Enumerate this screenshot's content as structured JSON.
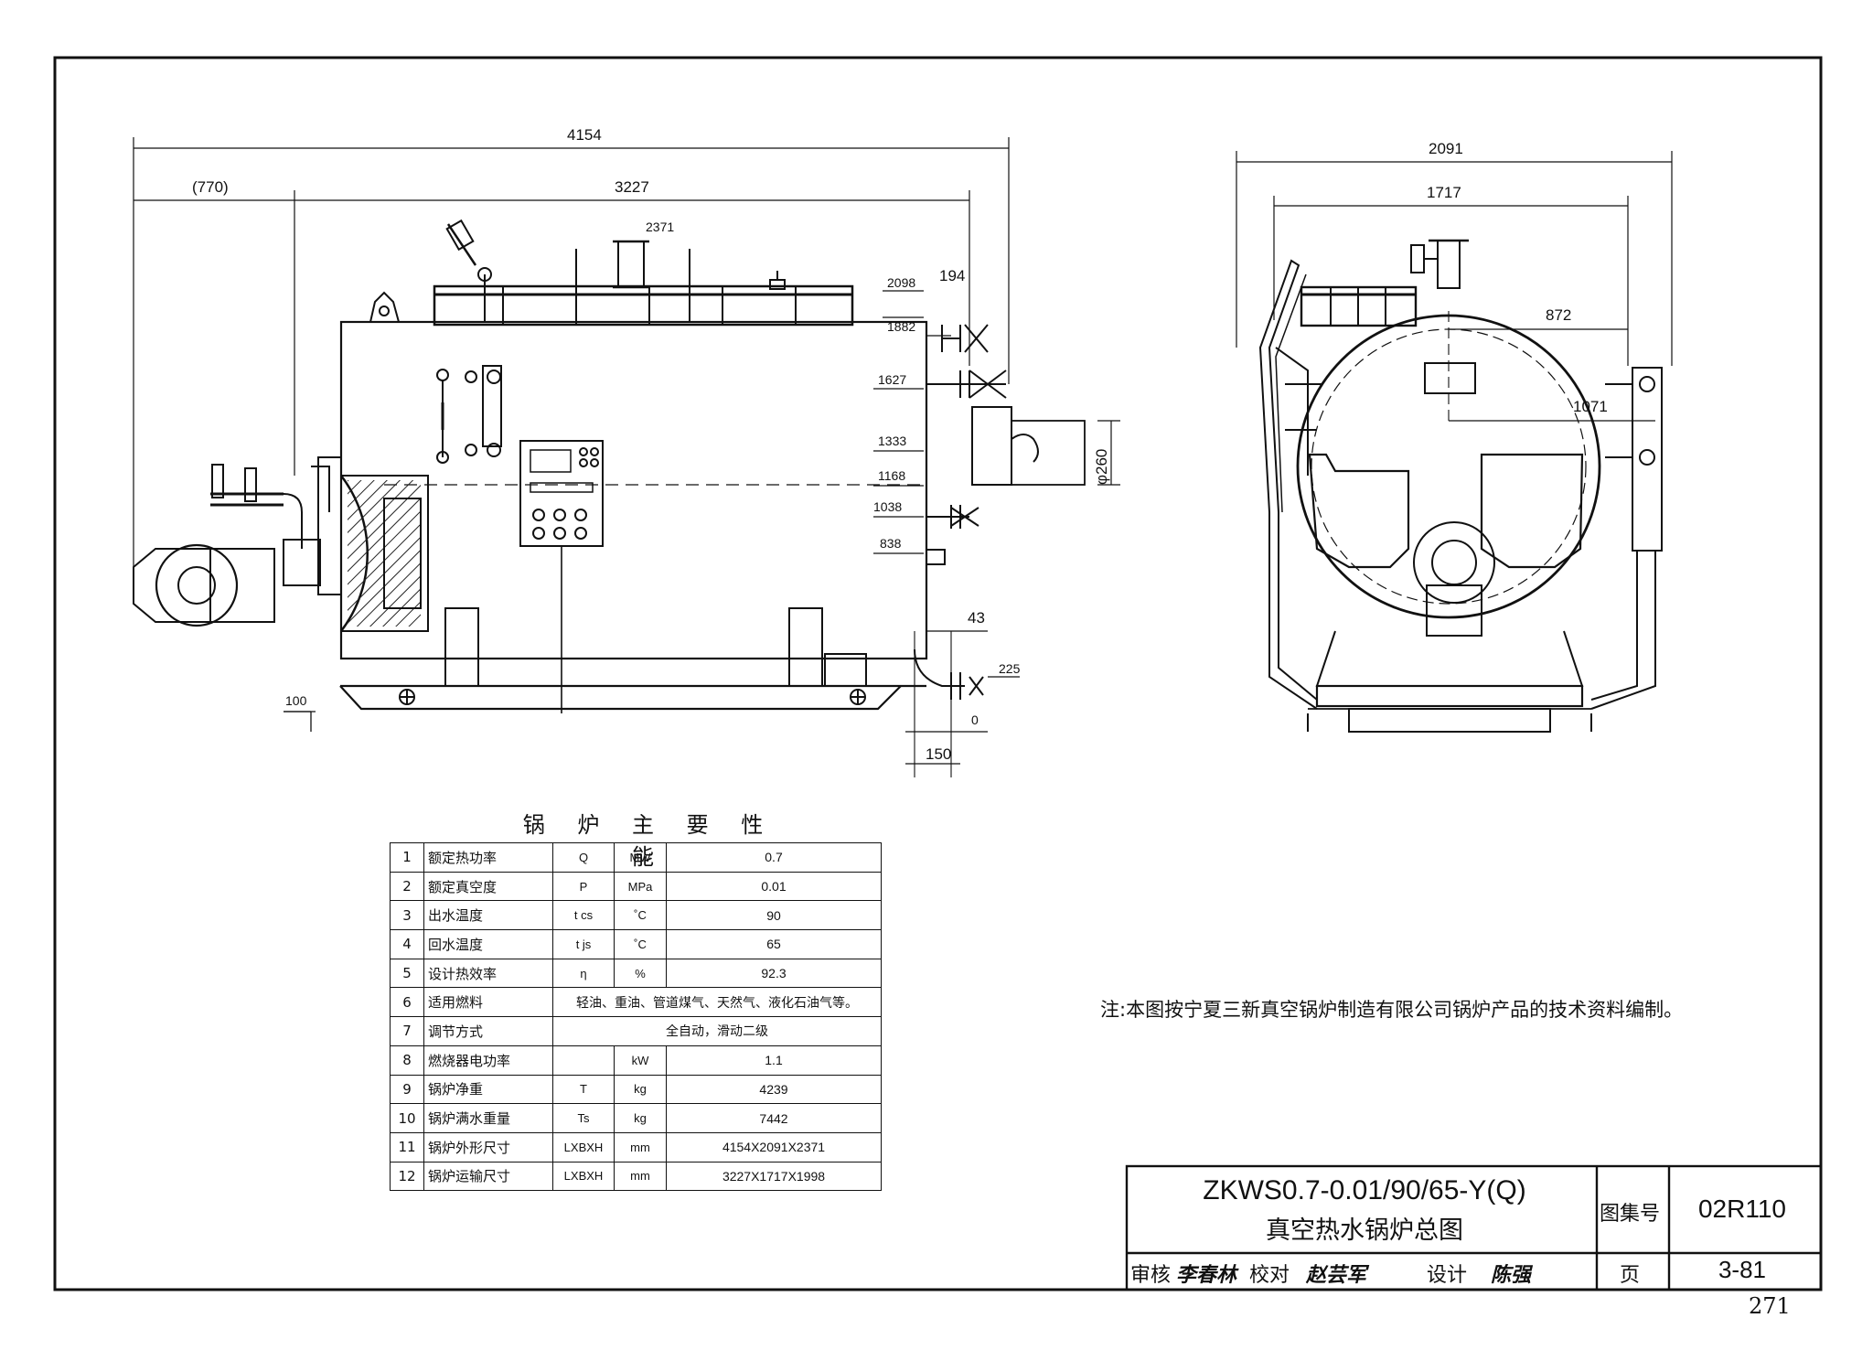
{
  "dimensions": {
    "overall_length": "4154",
    "burner_projection": "(770)",
    "body_length": "3227",
    "total_height": "2371",
    "h_2098": "2098",
    "h_1882": "1882",
    "h_1627": "1627",
    "h_1333": "1333",
    "h_1168": "1168",
    "h_1038": "1038",
    "h_838": "838",
    "h_225": "225",
    "h_100": "100",
    "h_0": "0",
    "off_194": "194",
    "off_43": "43",
    "off_150": "150",
    "flue_dia": "φ260",
    "overall_width": "2091",
    "body_width": "1717",
    "w_872": "872",
    "w_1071": "1071"
  },
  "specs": {
    "title": "锅 炉 主 要 性 能",
    "rows": [
      {
        "no": "1",
        "name": "额定热功率",
        "symbol": "Q",
        "unit": "MW",
        "value": "0.7"
      },
      {
        "no": "2",
        "name": "额定真空度",
        "symbol": "P",
        "unit": "MPa",
        "value": "0.01"
      },
      {
        "no": "3",
        "name": "出水温度",
        "symbol": "t cs",
        "unit": "˚C",
        "value": "90"
      },
      {
        "no": "4",
        "name": "回水温度",
        "symbol": "t js",
        "unit": "˚C",
        "value": "65"
      },
      {
        "no": "5",
        "name": "设计热效率",
        "symbol": "η",
        "unit": "%",
        "value": "92.3"
      },
      {
        "no": "6",
        "name": "适用燃料",
        "span": "轻油、重油、管道煤气、天然气、液化石油气等。"
      },
      {
        "no": "7",
        "name": "调节方式",
        "span": "全自动，滑动二级"
      },
      {
        "no": "8",
        "name": "燃烧器电功率",
        "symbol": "",
        "unit": "kW",
        "value": "1.1"
      },
      {
        "no": "9",
        "name": "锅炉净重",
        "symbol": "T",
        "unit": "kg",
        "value": "4239"
      },
      {
        "no": "10",
        "name": "锅炉满水重量",
        "symbol": "Ts",
        "unit": "kg",
        "value": "7442"
      },
      {
        "no": "11",
        "name": "锅炉外形尺寸",
        "symbol": "LXBXH",
        "unit": "mm",
        "value": "4154X2091X2371"
      },
      {
        "no": "12",
        "name": "锅炉运输尺寸",
        "symbol": "LXBXH",
        "unit": "mm",
        "value": "3227X1717X1998"
      }
    ]
  },
  "note": "注:本图按宁夏三新真空锅炉制造有限公司锅炉产品的技术资料编制。",
  "title_block": {
    "model": "ZKWS0.7-0.01/90/65-Y(Q)",
    "drawing_name": "真空热水锅炉总图",
    "atlas_label": "图集号",
    "atlas_no": "02R110",
    "review_label": "审核",
    "review_sign": "李春林",
    "check_label": "校对",
    "check_sign": "赵芸军",
    "design_label": "设计",
    "design_sign": "陈强",
    "page_label": "页",
    "page_no": "3-81"
  },
  "sheet_number": "271"
}
